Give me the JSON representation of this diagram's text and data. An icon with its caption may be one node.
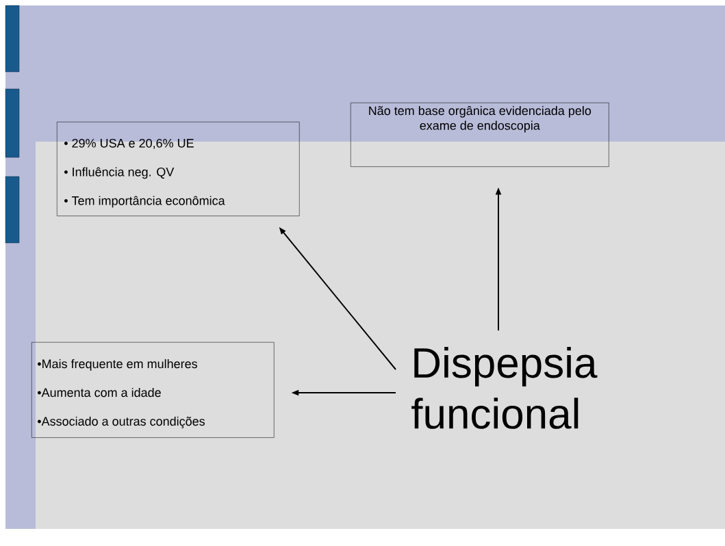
{
  "diagram": {
    "nodes": [
      {
        "text": [
          "• 29% USA e 20,6% UE",
          "• Influência neg. QV",
          "• Tem importância econômica"
        ]
      },
      {
        "text": [
          "Não tem base orgânica evidenciada pelo exame de endoscopia"
        ]
      },
      {
        "text": [
          "•Mais frequente em mulheres",
          "•Aumenta com a idade",
          "•Associado a outras condições"
        ]
      },
      {
        "text": [
          "Dispepsia funcional"
        ]
      }
    ],
    "edges": [
      {
        "from": 3,
        "to": 0,
        "arrow": "to"
      },
      {
        "from": 3,
        "to": 1,
        "arrow": "to"
      },
      {
        "from": 3,
        "to": 2,
        "arrow": "to"
      }
    ]
  }
}
